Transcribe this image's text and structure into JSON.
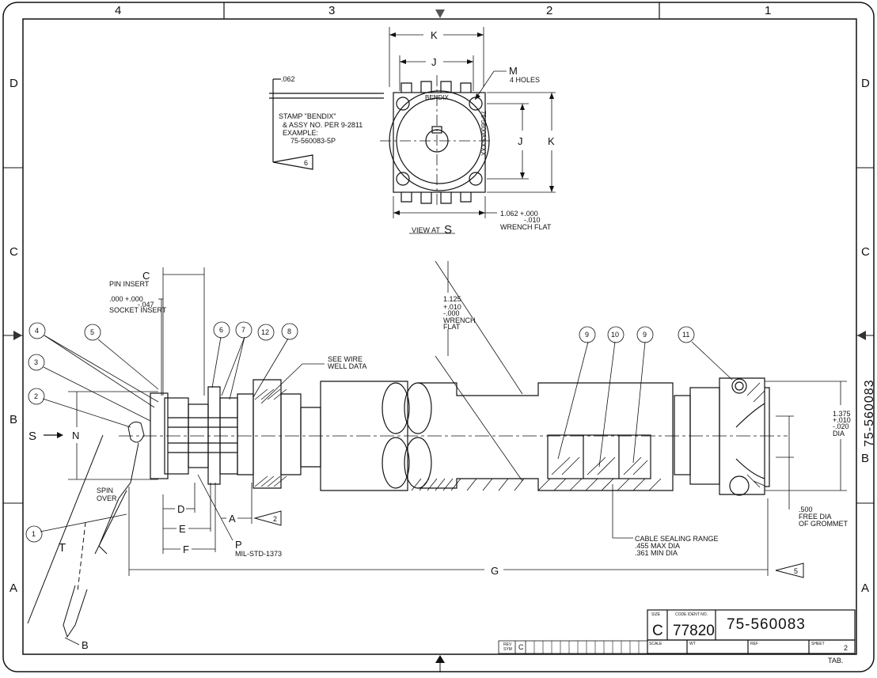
{
  "drawing_number": "75-560083",
  "side_number": "75-560083",
  "zones": {
    "columns": [
      "4",
      "3",
      "2",
      "1"
    ],
    "rows": [
      "D",
      "C",
      "B",
      "A"
    ]
  },
  "view": {
    "title_prefix": "VIEW AT",
    "title_letter": "S",
    "stamp_note": [
      "STAMP \"BENDIX\"",
      "& ASSY NO. PER 9-2811",
      "EXAMPLE:",
      "75-560083-5P"
    ],
    "stamp_flag": "6",
    "stamp_offset": ".062",
    "bendix": "BENDIX",
    "part_mark": "75-560083-XXX",
    "dim_k": "K",
    "dim_j": "J",
    "m_label": "M",
    "m_note": "4 HOLES",
    "wrench_flat": [
      "1.062 +.000",
      "-.010",
      "WRENCH FLAT"
    ]
  },
  "notes": {
    "c_label": "C",
    "pin_insert": "PIN INSERT",
    "socket_insert": [
      ".000 +.000",
      "-.047",
      "SOCKET INSERT"
    ],
    "wrench_flat_mid": [
      "1.125",
      "+.010",
      "-.000",
      "WRENCH",
      "FLAT"
    ],
    "see_wire": [
      "SEE WIRE",
      "WELL DATA"
    ],
    "od_dia": [
      "1.375",
      "+.010",
      "-.020",
      "DIA"
    ],
    "grommet": [
      ".500",
      "FREE DIA",
      "OF GROMMET"
    ],
    "cable_sealing": [
      "CABLE SEALING RANGE",
      ".455 MAX DIA",
      ".361 MIN DIA"
    ],
    "spin_over": [
      "SPIN",
      "OVER"
    ],
    "mil_std": "MIL-STD-1373",
    "flag_2": "2",
    "flag_5": "5"
  },
  "dim_letters": {
    "s": "S",
    "n": "N",
    "t": "T",
    "b": "B",
    "d": "D",
    "e": "E",
    "f": "F",
    "a": "A",
    "p": "P",
    "g": "G"
  },
  "balloons": [
    "1",
    "2",
    "3",
    "4",
    "5",
    "6",
    "7",
    "12",
    "8",
    "9",
    "10",
    "9",
    "11"
  ],
  "title_block": {
    "size_label": "SIZE",
    "size": "C",
    "code_label": "CODE IDENT NO.",
    "code": "77820",
    "scale_label": "SCALE",
    "wt_label": "WT",
    "ref_label": "REF",
    "sheet_label": "SHEET",
    "sheet": "2",
    "rev_label": [
      "REV",
      "SYM"
    ],
    "rev_value": "C",
    "tab": "TAB."
  }
}
